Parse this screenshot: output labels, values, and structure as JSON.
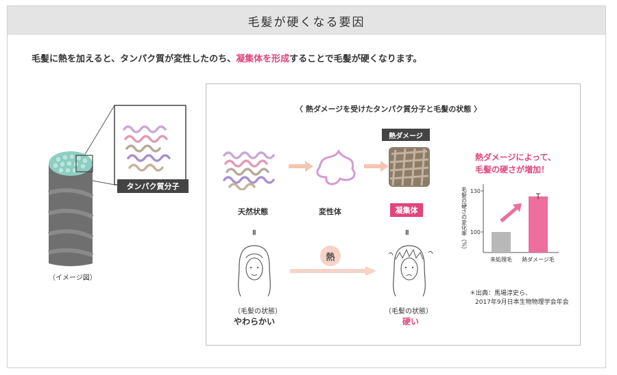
{
  "title": "毛髪が硬くなる要因",
  "lead": {
    "part1": "毛髪に熱を加えると、タンパク質が変性したのち、",
    "highlight": "凝集体を形成",
    "part2": "することで毛髪が硬くなります。"
  },
  "left": {
    "protein_label": "タンパク質分子",
    "image_caption": "（イメージ図）"
  },
  "inset": {
    "heading": "〈 熱ダメージを受けたタンパク質分子と毛髪の状態 〉",
    "heat_damage_tag": "熱ダメージ",
    "stage_natural": "天然状態",
    "stage_denatured": "変性体",
    "stage_aggregate": "凝集体",
    "equals_left": "॥",
    "equals_right": "॥",
    "heat_badge": "熱",
    "hair_state_left_caption": "（毛髪の状態）",
    "hair_state_left_value": "やわらかい",
    "hair_state_right_caption": "（毛髪の状態）",
    "hair_state_right_value": "硬い",
    "chart_heading_line1": "熱ダメージによって、",
    "chart_heading_line2": "毛髪の硬さが増加！",
    "source_line1": "＊出典：馬場淳史ら、",
    "source_line2": "2017年9月日本生物物理学会年会"
  },
  "colors": {
    "accent": "#e0457b",
    "dark_tag": "#444444",
    "title_bg": "#e4e4e4",
    "bar_gray": "#b8b8b8",
    "heat_badge": "#f6d3c6"
  },
  "chart_data": {
    "type": "bar",
    "categories": [
      "未処理毛",
      "熱ダメージ毛"
    ],
    "values": [
      100,
      126
    ],
    "ylabel": "毛髪の硬さの変化率（%）",
    "yticks": [
      100,
      130
    ],
    "ylim": [
      85,
      135
    ],
    "error": [
      0,
      2
    ],
    "colors": [
      "#b8b8b8",
      "#ec6f9d"
    ]
  }
}
